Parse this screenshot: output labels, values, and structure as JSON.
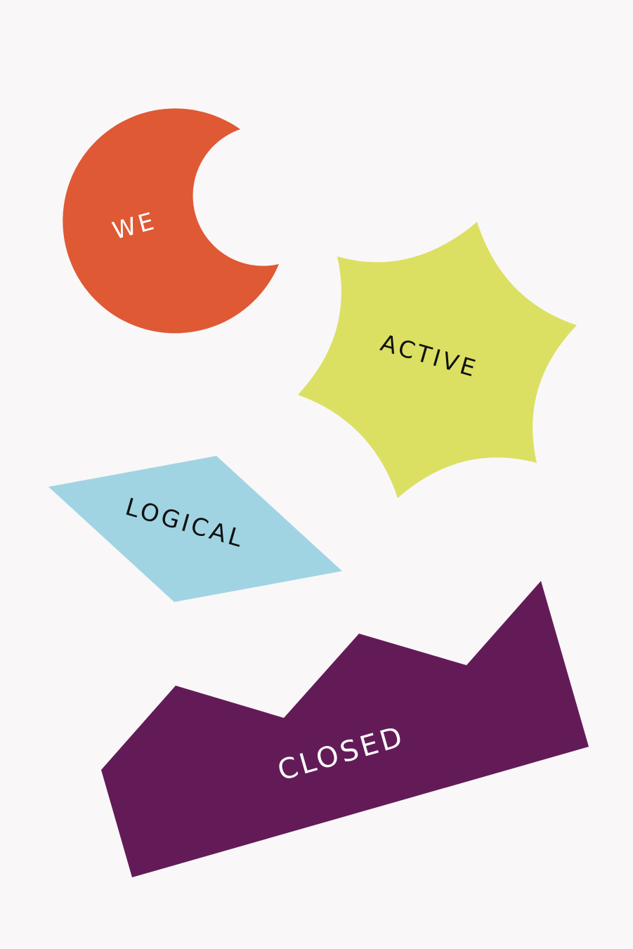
{
  "shapes": [
    {
      "id": "crescent",
      "label": "WE",
      "color": "#df5935",
      "label_color": "#ffffff"
    },
    {
      "id": "star",
      "label": "ACTIVE",
      "color": "#dbe063",
      "label_color": "#111111"
    },
    {
      "id": "rhombus",
      "label": "LOGICAL",
      "color": "#a0d4e3",
      "label_color": "#111111"
    },
    {
      "id": "zigzag",
      "label": "CLOSED",
      "color": "#631b58",
      "label_color": "#ffffff"
    }
  ],
  "background": "#f9f7f8"
}
